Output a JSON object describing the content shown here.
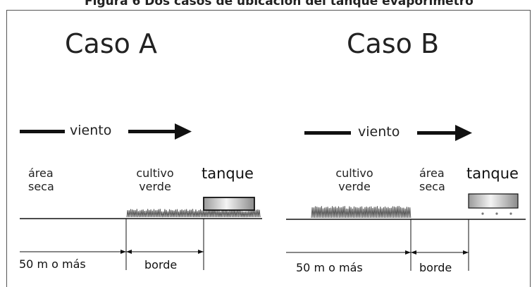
{
  "figure": {
    "top_caption": "Figura 6  Dos casos de ubicación del tanque evaporímetro"
  },
  "case_a": {
    "title": "Caso A",
    "wind_label": "viento",
    "zone_1": "área seca",
    "zone_2": "cultivo verde",
    "tank_label": "tanque",
    "distance_label": "50 m o más",
    "border_label": "borde"
  },
  "case_b": {
    "title": "Caso B",
    "wind_label": "viento",
    "zone_1": "cultivo verde",
    "zone_2": "área seca",
    "tank_label": "tanque",
    "distance_label": "50 m o más",
    "border_label": "borde"
  },
  "colors": {
    "line": "#111111",
    "grass": "#555555",
    "tank_light": "#f2f2f2",
    "tank_dark": "#8a8a8a"
  }
}
